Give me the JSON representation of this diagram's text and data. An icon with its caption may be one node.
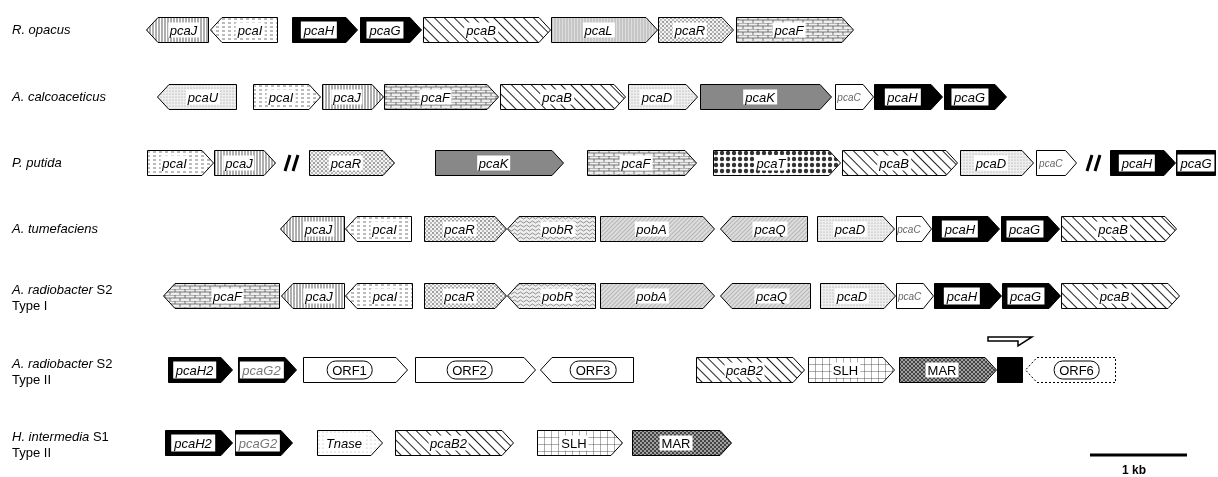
{
  "diagram": {
    "nodes": [
      {
        "text": [
          "pcaJ"
        ]
      },
      {
        "text": [
          "pcaI"
        ]
      },
      {
        "text": [
          "pcaH"
        ]
      },
      {
        "text": [
          "pcaG"
        ]
      },
      {
        "text": [
          "pcaB"
        ]
      },
      {
        "text": [
          "pcaL"
        ]
      },
      {
        "text": [
          "pcaR"
        ]
      },
      {
        "text": [
          "pcaF"
        ]
      },
      {
        "text": [
          "pcaU"
        ]
      },
      {
        "text": [
          "pcaI"
        ]
      },
      {
        "text": [
          "pcaJ"
        ]
      },
      {
        "text": [
          "pcaF"
        ]
      },
      {
        "text": [
          "pcaB"
        ]
      },
      {
        "text": [
          "pcaD"
        ]
      },
      {
        "text": [
          "pcaK"
        ]
      },
      {
        "text": [
          "pcaC"
        ]
      },
      {
        "text": [
          "pcaH"
        ]
      },
      {
        "text": [
          "pcaG"
        ]
      },
      {
        "text": [
          "pcaI"
        ]
      },
      {
        "text": [
          "pcaJ"
        ]
      },
      {
        "text": [
          "pcaR"
        ]
      },
      {
        "text": [
          "pcaK"
        ]
      },
      {
        "text": [
          "pcaF"
        ]
      },
      {
        "text": [
          "pcaT"
        ]
      },
      {
        "text": [
          "pcaB"
        ]
      },
      {
        "text": [
          "pcaD"
        ]
      },
      {
        "text": [
          "pcaC"
        ]
      },
      {
        "text": [
          "pcaH"
        ]
      },
      {
        "text": [
          "pcaG"
        ]
      },
      {
        "text": [
          "pcaJ"
        ]
      },
      {
        "text": [
          "pcaI"
        ]
      },
      {
        "text": [
          "pcaR"
        ]
      },
      {
        "text": [
          "pobR"
        ]
      },
      {
        "text": [
          "pobA"
        ]
      },
      {
        "text": [
          "pcaQ"
        ]
      },
      {
        "text": [
          "pcaD"
        ]
      },
      {
        "text": [
          "pcaC"
        ]
      },
      {
        "text": [
          "pcaH"
        ]
      },
      {
        "text": [
          "pcaG"
        ]
      },
      {
        "text": [
          "pcaB"
        ]
      },
      {
        "text": [
          "pcaF"
        ]
      },
      {
        "text": [
          "pcaJ"
        ]
      },
      {
        "text": [
          "pcaI"
        ]
      },
      {
        "text": [
          "pcaR"
        ]
      },
      {
        "text": [
          "pobR"
        ]
      },
      {
        "text": [
          "pobA"
        ]
      },
      {
        "text": [
          "pcaQ"
        ]
      },
      {
        "text": [
          "pcaD"
        ]
      },
      {
        "text": [
          "pcaC"
        ]
      },
      {
        "text": [
          "pcaH"
        ]
      },
      {
        "text": [
          "pcaG"
        ]
      },
      {
        "text": [
          "pcaB"
        ]
      },
      {
        "text": [
          "pcaH2"
        ]
      },
      {
        "text": [
          "pcaG2"
        ]
      },
      {
        "text": [
          "ORF1"
        ]
      },
      {
        "text": [
          "ORF2"
        ]
      },
      {
        "text": [
          "ORF3"
        ]
      },
      {
        "text": [
          "pcaB2"
        ]
      },
      {
        "text": [
          "SLH"
        ]
      },
      {
        "text": [
          "MAR"
        ]
      },
      {
        "text": [],
        "shape": "box"
      },
      {
        "text": [
          "ORF6"
        ]
      },
      {
        "text": [
          "pcaH2"
        ]
      },
      {
        "text": [
          "pcaG2"
        ]
      },
      {
        "text": [
          "Tnase"
        ]
      },
      {
        "text": [
          "pcaB2"
        ]
      },
      {
        "text": [
          "SLH"
        ]
      },
      {
        "text": [
          "MAR"
        ]
      }
    ],
    "edges": [],
    "labels": [
      "R. opacus",
      "A. calcoaceticus",
      "P. putida",
      "A. tumefaciens",
      "*A. radiobacter* S2",
      "Type I",
      "*A. radiobacter* S2",
      "Type II",
      "*H. intermedia* S1",
      "Type II",
      "1 kb"
    ]
  }
}
